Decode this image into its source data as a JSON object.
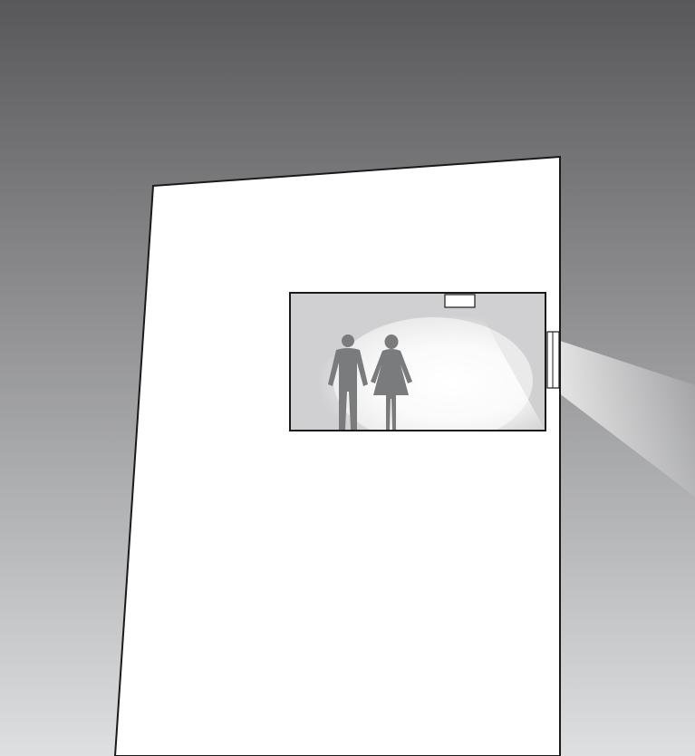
{
  "diagram": {
    "subject": "building-section-with-room-light",
    "elements": [
      "sky-background",
      "building-facade",
      "room-window-section",
      "ceiling-light-fixture",
      "man-silhouette",
      "woman-silhouette",
      "exterior-window-opening",
      "light-beam"
    ],
    "colors": {
      "sky_top": "#58585a",
      "sky_bottom": "#dedfe1",
      "building_fill": "#ffffff",
      "outline": "#1a1a1a",
      "room_gray": "#d0d0d2",
      "figure_gray": "#7a7b7d",
      "beam": "#ffffff"
    }
  }
}
